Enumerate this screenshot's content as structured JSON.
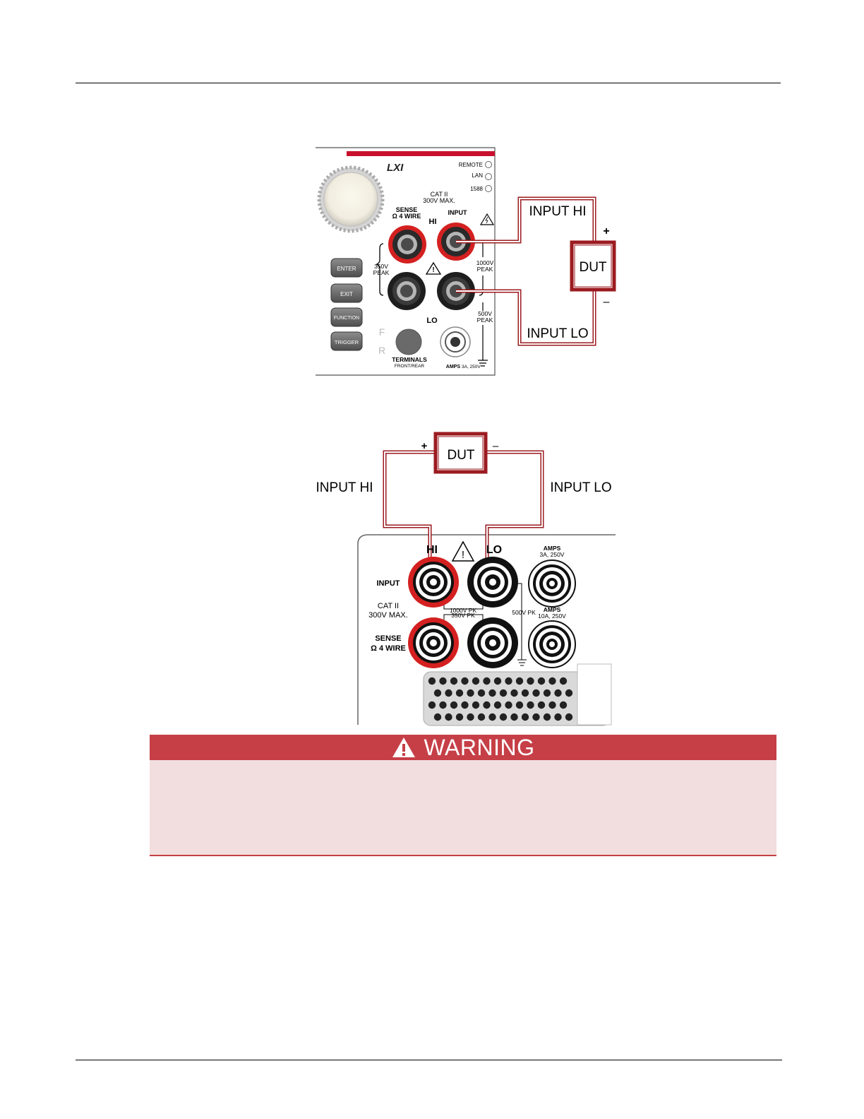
{
  "front_panel": {
    "logo": "LXI",
    "indicators": [
      "REMOTE",
      "LAN",
      "1588"
    ],
    "cat_line1": "CAT II",
    "cat_line2": "300V MAX.",
    "sense_line1": "SENSE",
    "sense_line2": "Ω 4 WIRE",
    "hi": "HI",
    "input": "INPUT",
    "lo": "LO",
    "peak350_1": "350V",
    "peak350_2": "PEAK",
    "peak1000_1": "1000V",
    "peak1000_2": "PEAK",
    "peak500_1": "500V",
    "peak500_2": "PEAK",
    "buttons": [
      "ENTER",
      "EXIT",
      "FUNCTION",
      "TRIGGER"
    ],
    "f_letter": "F",
    "r_letter": "R",
    "terminals": "TERMINALS",
    "front_rear": "FRONT/REAR",
    "amps": "AMPS",
    "amps_rating": "3A, 250V",
    "conn_input_hi": "INPUT HI",
    "conn_input_lo": "INPUT LO",
    "dut": "DUT",
    "plus": "+",
    "minus": "–"
  },
  "rear_panel": {
    "dut": "DUT",
    "plus": "+",
    "minus": "–",
    "conn_input_hi": "INPUT HI",
    "conn_input_lo": "INPUT LO",
    "hi": "HI",
    "lo": "LO",
    "input": "INPUT",
    "cat_line1": "CAT II",
    "cat_line2": "300V MAX.",
    "sense_line1": "SENSE",
    "sense_line2": "Ω 4 WIRE",
    "pk1000": "1000V PK",
    "pk350": "350V PK",
    "pk500": "500V PK",
    "amps_top": "AMPS",
    "amps_top_rating": "3A, 250V",
    "amps_bottom": "AMPS",
    "amps_bottom_rating": "10A, 250V"
  },
  "warning": {
    "title": "WARNING"
  },
  "colors": {
    "accent_red": "#c8102e",
    "wire_red": "#9b1b20",
    "warning_red": "#c63f47",
    "warning_bg": "#f2dede"
  }
}
